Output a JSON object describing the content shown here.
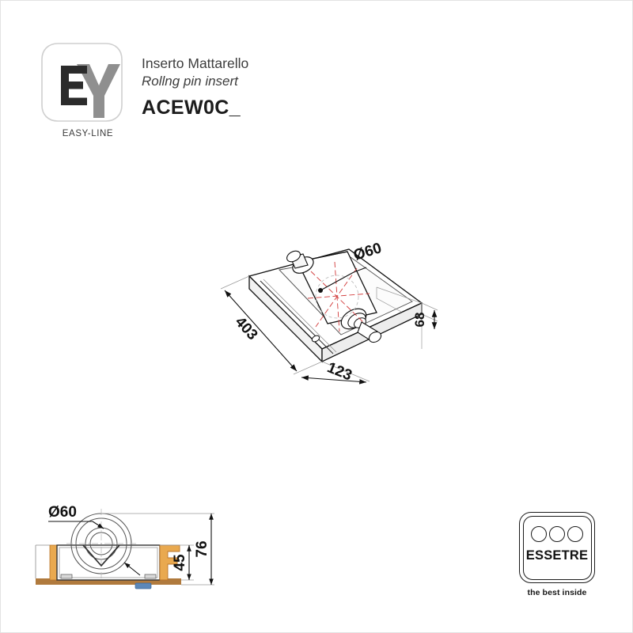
{
  "document": {
    "title_it": "Inserto Mattarello",
    "title_en": "Rollng pin insert",
    "product_code": "ACEW0C_"
  },
  "brand_easy_line": {
    "monogram_e": "E",
    "monogram_y": "Y",
    "label": "EASY-LINE"
  },
  "brand_essetre": {
    "name": "ESSETRE",
    "tagline": "the best inside",
    "dot_count": 3
  },
  "iso_view": {
    "name": "isometric-view",
    "dimensions": {
      "length": "403",
      "width": "123",
      "height": "68",
      "diameter": "Ø60"
    }
  },
  "section_view": {
    "name": "cross-section-view",
    "dimensions": {
      "diameter": "Ø60",
      "total_height": "76",
      "body_height": "45"
    }
  },
  "colors": {
    "line": "#111111",
    "thin_line": "#555555",
    "centerline_red": "#d23b3b",
    "wood": "#e9a94f",
    "wood_dark": "#b9742a",
    "base_brown": "#b07a3d",
    "blue_part": "#5b87b8",
    "gray_fill": "#d9d9d9",
    "logo_gray": "#8f8f8f",
    "logo_dark": "#2b2b2b"
  }
}
